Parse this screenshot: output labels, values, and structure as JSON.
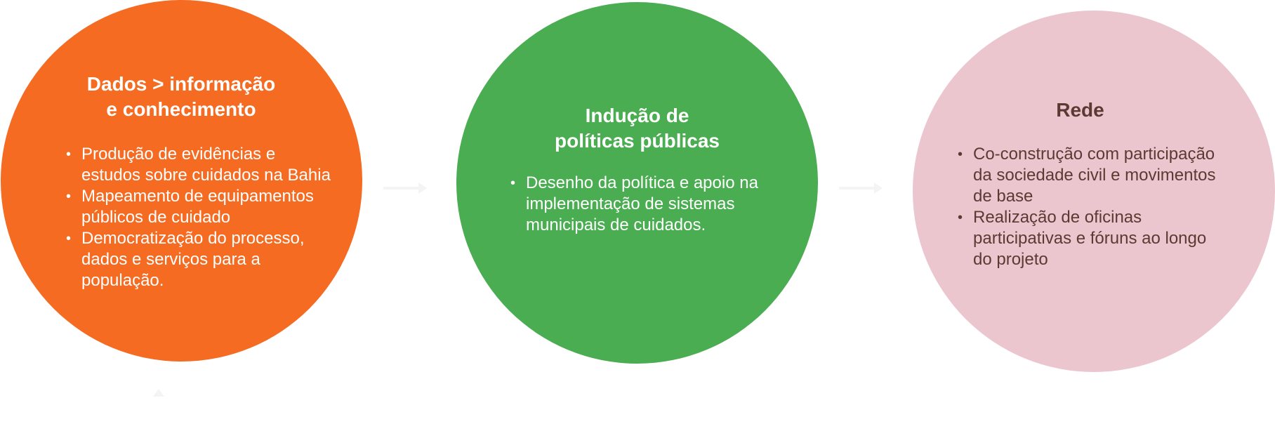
{
  "colors": {
    "orange": "#f56b22",
    "green": "#4aad51",
    "pink": "#ecc6cf",
    "brown_text": "#5a3a32",
    "arrow": "#f4f4f4"
  },
  "steps": [
    {
      "title_lines": [
        "Dados > informação",
        "e conhecimento"
      ],
      "bullets": [
        [
          "Produção de evidências e",
          "estudos sobre cuidados na Bahia"
        ],
        [
          "Mapeamento de equipamentos",
          "públicos de cuidado"
        ],
        [
          "Democratização do processo,",
          "dados e serviços para a",
          "população."
        ]
      ]
    },
    {
      "title_lines": [
        "Indução de",
        "políticas públicas"
      ],
      "bullets": [
        [
          "Desenho da política e apoio na",
          "implementação de sistemas",
          "municipais de cuidados."
        ]
      ]
    },
    {
      "title_lines": [
        "Rede"
      ],
      "bullets": [
        [
          "Co-construção com participação",
          "da sociedade civil e movimentos",
          "de base"
        ],
        [
          "Realização de oficinas",
          "participativas e fóruns ao longo",
          "do projeto"
        ]
      ]
    }
  ],
  "bullet_glyph": "•",
  "connectors": [
    "arrow-right",
    "arrow-right",
    "arrow-up"
  ]
}
